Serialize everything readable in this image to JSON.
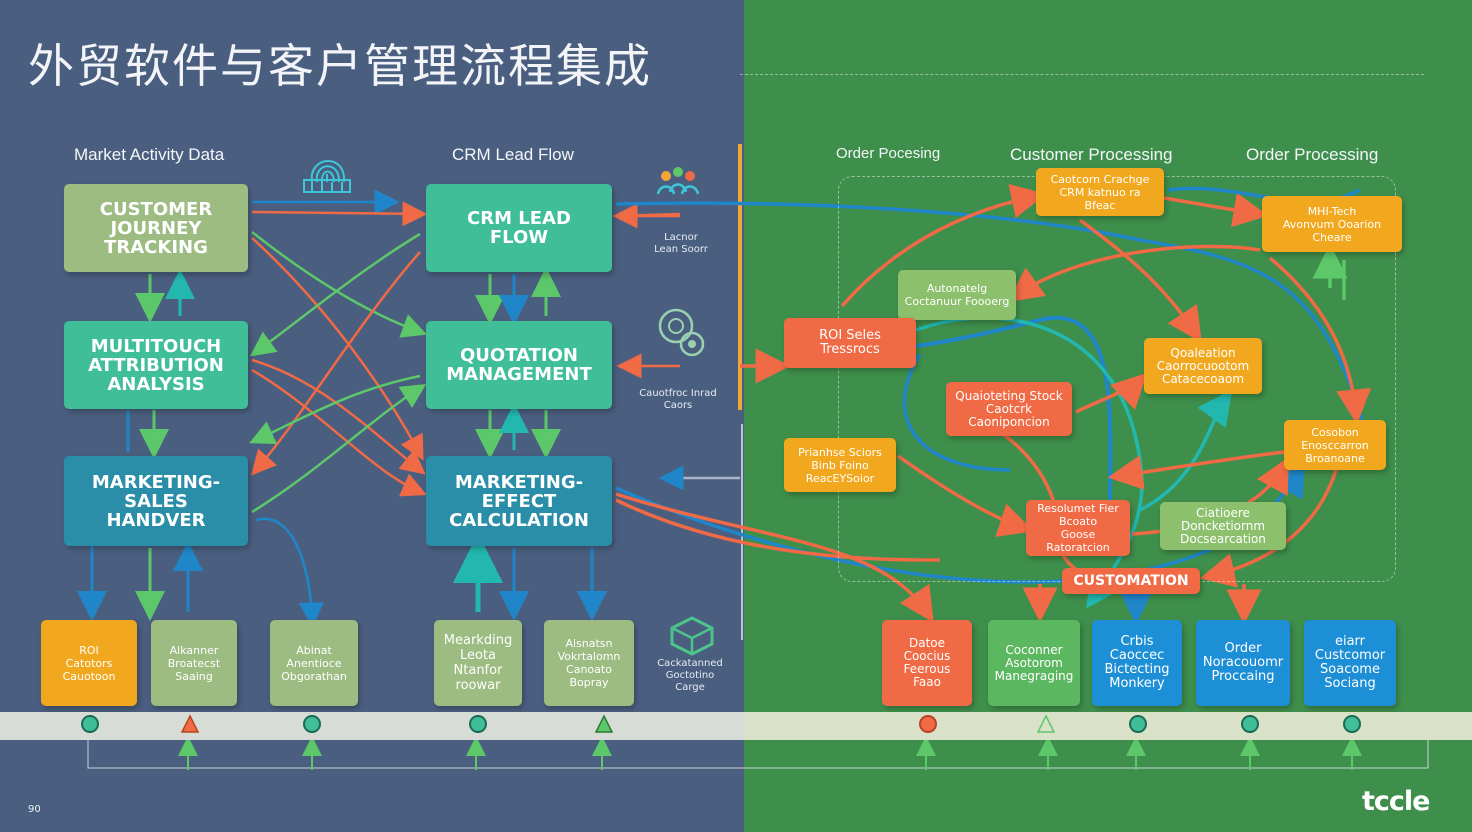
{
  "title": "外贸软件与客户管理流程集成",
  "page_number": "90",
  "logo": "tccle",
  "columns": {
    "left": "Market Activity Data",
    "middle": "CRM Lead Flow",
    "right_a": "Order Pocesing",
    "right_b": "Customer Processing",
    "right_c": "Order Processing"
  },
  "left_boxes": {
    "tracking": "CUSTOMER\nJOURNEY\nTRACKING",
    "attribution": "MULTITOUCH\nATTRIBUTION\nANALYSIS",
    "handover": "MARKETING-\nSALES\nHANDVER"
  },
  "middle_boxes": {
    "crm": "CRM LEAD\nFLOW",
    "quotation": "QUOTATION\nMANAGEMENT",
    "effect": "MARKETING-\nEFFECT\nCALCULATION"
  },
  "notes": {
    "lead_score": "Lacnor\nLean Soorr",
    "quote_gen": "Cauotfroc Inrad\nCaors",
    "bottom_icon": "Cackatanned\nGoctotino\nCarge"
  },
  "bottom_left": [
    {
      "text": "ROI\nCatotors\nCauotoon"
    },
    {
      "text": "Alkanner\nBroatecst\nSaaing"
    },
    {
      "text": "Abinat\nAnentioce\nObgorathan"
    },
    {
      "text": "Mearkding\nLeota\nNtanfor\nroowar"
    },
    {
      "text": "Alsnatsn\nVokrtalomn\nCanoato\nBopray"
    }
  ],
  "right_boxes": {
    "crm_chain": "Caotcorn Crachge\nCRM katnuo ra\nBfeac",
    "mhi": "MHI-Tech\nAvonvum Ooarion\nCheare",
    "auto_scoring": "Autonatelg\nCoctanuur Foooerg",
    "roi_sales": "ROI Seles\nTressrocs",
    "quotation": "Qoaleation\nCaorrocuootom\nCatacecoaom",
    "quoting_stock": "Quaioteting Stock\nCaotcrk\nCaoniponcion",
    "prioritize": "Prianhse Sciors\nBinb Foino\nReacEYSoior",
    "custom_econ": "Cosobon\nEnosccarron\nBroanoane",
    "realize": "Resolumet Fier\nBcoato\nGoose\nRatoratcion",
    "customer_doc": "Ciatioere\nDoncketiornm\nDocsearcation",
    "customation": "CUSTOMATION"
  },
  "bottom_right": [
    {
      "text": "Datoe\nCoocius\nFeerous\nFaao"
    },
    {
      "text": "Coconner\nAsotorom\nManegraging"
    },
    {
      "text": "Crbis\nCaoccec\nBictecting\nMonkery"
    },
    {
      "text": "Order\nNoracouomr\nProccaing"
    },
    {
      "text": "eiarr\nCustcomor\nSoacome\nSociang"
    }
  ],
  "colors": {
    "left_bg": "#4a5f80",
    "right_bg": "#3f8f4c",
    "arrow_orange": "#f06a45",
    "arrow_green": "#5cc86a",
    "arrow_blue": "#1f86c9",
    "arrow_teal": "#22b8b0"
  }
}
